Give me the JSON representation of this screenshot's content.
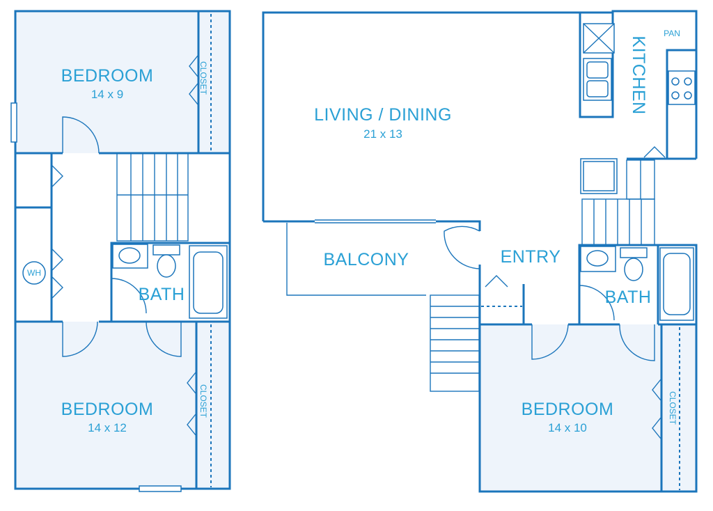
{
  "floor_upper": {
    "bedroom_1": {
      "name": "BEDROOM",
      "size": "14 x 9"
    },
    "bedroom_2": {
      "name": "BEDROOM",
      "size": "14 x 12"
    },
    "bath": {
      "name": "BATH"
    },
    "closet_1": {
      "name": "CLOSET"
    },
    "closet_2": {
      "name": "CLOSET"
    },
    "water_heater": {
      "name": "WH"
    }
  },
  "floor_main": {
    "living_dining": {
      "name": "LIVING / DINING",
      "size": "21 x 13"
    },
    "kitchen": {
      "name": "KITCHEN"
    },
    "pantry": {
      "name": "PAN"
    },
    "balcony": {
      "name": "BALCONY"
    },
    "entry": {
      "name": "ENTRY"
    },
    "bath": {
      "name": "BATH"
    },
    "bedroom": {
      "name": "BEDROOM",
      "size": "14 x 10"
    },
    "closet": {
      "name": "CLOSET"
    }
  },
  "colors": {
    "wall": "#1b75bb",
    "label": "#2aa0d5",
    "room_fill": "#eef4fb"
  }
}
